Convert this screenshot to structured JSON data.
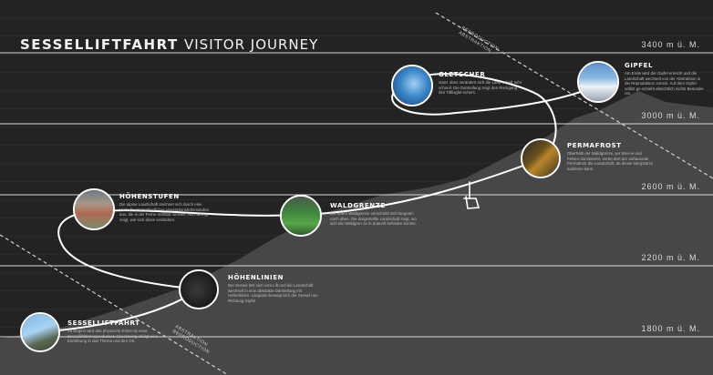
{
  "title": {
    "bold": "SESSELLIFTFAHRT",
    "light": "VISITOR JOURNEY"
  },
  "elevations": [
    "3400 m ü. M.",
    "3000 m ü. M.",
    "2600 m ü. M.",
    "2200 m ü. M.",
    "1800 m ü. M."
  ],
  "abstraction_labels": {
    "top": {
      "line1": "REPRODUCTION",
      "line2": "ABSTRAKTION"
    },
    "bottom": {
      "line1": "ABSTRAKTION",
      "line2": "REPRODUCTION"
    }
  },
  "stations": [
    {
      "title": "SESSELLIFTFAHRT",
      "desc": "Zu Beginn wird das physische Erleb-nis einer Sesselliftfahrt reproduziert. Gleichzeitig erfolgt eine Einführung in das Thema und den Ort."
    },
    {
      "title": "HÖHENLINIEN",
      "desc": "Der Sessel löst sich vom Lift und die Landschaft wechselt in eine abstrakte Darstellung mit Höhenlinien. Langsam bewegt sich der Sessel nun Richtung Gipfel."
    },
    {
      "title": "HÖHENSTUFEN",
      "desc": "Die alpine Landschaft zeichnet sich durch eine Vielzahl unterschiedlicher Vegetationshöhenstufen aus, die in der Ferne sichtbar werden. Nun wird ge-zeigt, wie sich diese verändern."
    },
    {
      "title": "WALDGRENZE",
      "desc": "Die obere Waldgrenze verschiebt sich langsam nach oben. Die dargestellte Landschaft zeigt, wo sich die Waldgren-ze in Zukunft befinden könnte."
    },
    {
      "title": "PERMAFROST",
      "desc": "Oberhalb der Waldgrenze, wo Stei-ne und Felsen dominieren, verän-dert der auftauende Permafrost die Landschaft, da dieser Bergstürze auslösen kann."
    },
    {
      "title": "GLETSCHER",
      "desc": "Ganz oben verändert sich die Land-schaft sehr schnell. Die Darstellung zeigt den Rückgang des Tittlisglet-schers."
    },
    {
      "title": "GIPFEL",
      "desc": "Am Ende wird der Gipfel erreicht und die Landschaft wechselt von der Abstraktion in die Reproduktion zurück. Auf dem Gipfel selbst ge-schieht absichtlich nichts Besonde-res."
    }
  ],
  "colors": {
    "background": "#232323",
    "mountain": "#474747",
    "path": "#ffffff",
    "text": "#f2f2f2"
  }
}
